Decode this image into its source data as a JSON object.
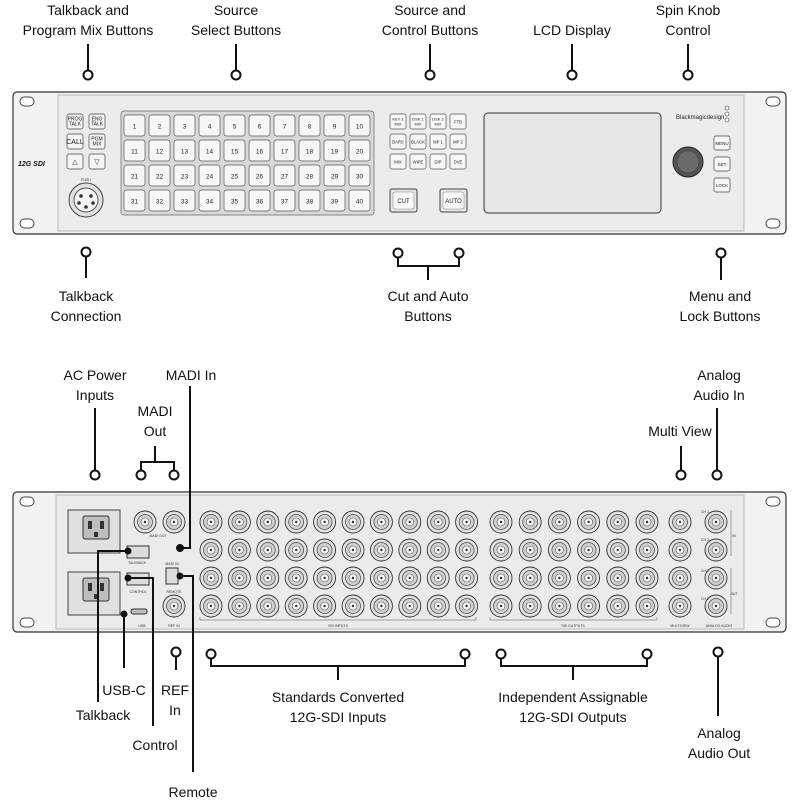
{
  "front": {
    "model_badge": "12G SDI",
    "brand": "Blackmagicdesign",
    "talkback_buttons": [
      "PROG TALK",
      "ENG TALK",
      "CALL",
      "PGM MIX",
      "△",
      "▽"
    ],
    "push_label": "PUSH",
    "source_buttons": [
      "1",
      "2",
      "3",
      "4",
      "5",
      "6",
      "7",
      "8",
      "9",
      "10",
      "11",
      "12",
      "13",
      "14",
      "15",
      "16",
      "17",
      "18",
      "19",
      "20",
      "21",
      "22",
      "23",
      "24",
      "25",
      "26",
      "27",
      "28",
      "29",
      "30",
      "31",
      "32",
      "33",
      "34",
      "35",
      "36",
      "37",
      "38",
      "39",
      "40"
    ],
    "control_buttons": [
      "KEY 1 MIX",
      "DSK 1 MIX",
      "DSK 2 MIX",
      "FTB",
      "BARS",
      "BLACK",
      "MP 1",
      "MP 2",
      "MIX",
      "WIPE",
      "DIP",
      "DVE"
    ],
    "cut_label": "CUT",
    "auto_label": "AUTO",
    "menu_buttons": [
      "MENU",
      "SET",
      "LOCK"
    ]
  },
  "back": {
    "panel_labels": {
      "madi_out": "MADI OUT",
      "madi_in": "MADI IN",
      "talkback": "TALKBACK",
      "control": "CONTROL",
      "remote": "REMOTE",
      "usb": "USB",
      "ref_in": "REF IN",
      "sdi_inputs": "SDI INPUTS",
      "sdi_outputs": "SDI OUTPUTS",
      "multiview": "MULTIVIEW",
      "analog_audio": "ANALOG AUDIO",
      "ch_labels": [
        "CH 1",
        "CH 2",
        "CH 1",
        "CH 2"
      ],
      "in_label": "IN",
      "out_label": "OUT"
    }
  },
  "callouts": {
    "talkback_program": [
      "Talkback and",
      "Program Mix Buttons"
    ],
    "source_select": [
      "Source",
      "Select Buttons"
    ],
    "source_control": [
      "Source and",
      "Control  Buttons"
    ],
    "lcd_display": [
      "LCD Display"
    ],
    "spin_knob": [
      "Spin Knob",
      "Control"
    ],
    "talkback_connection": [
      "Talkback",
      "Connection"
    ],
    "cut_auto": [
      "Cut and Auto",
      "Buttons"
    ],
    "menu_lock": [
      "Menu and",
      "Lock Buttons"
    ],
    "ac_power": [
      "AC Power",
      "Inputs"
    ],
    "madi_in": [
      "MADI In"
    ],
    "madi_out": [
      "MADI",
      "Out"
    ],
    "multi_view": [
      "Multi View"
    ],
    "analog_audio_in": [
      "Analog",
      "Audio In"
    ],
    "usb_c": [
      "USB-C"
    ],
    "talkback": [
      "Talkback"
    ],
    "ref_in": [
      "REF",
      "In"
    ],
    "control": [
      "Control"
    ],
    "remote": [
      "Remote"
    ],
    "std_converted": [
      "Standards Converted",
      "12G-SDI Inputs"
    ],
    "indep_outputs": [
      "Independent Assignable",
      "12G-SDI Outputs"
    ],
    "analog_audio_out": [
      "Analog",
      "Audio Out"
    ]
  }
}
